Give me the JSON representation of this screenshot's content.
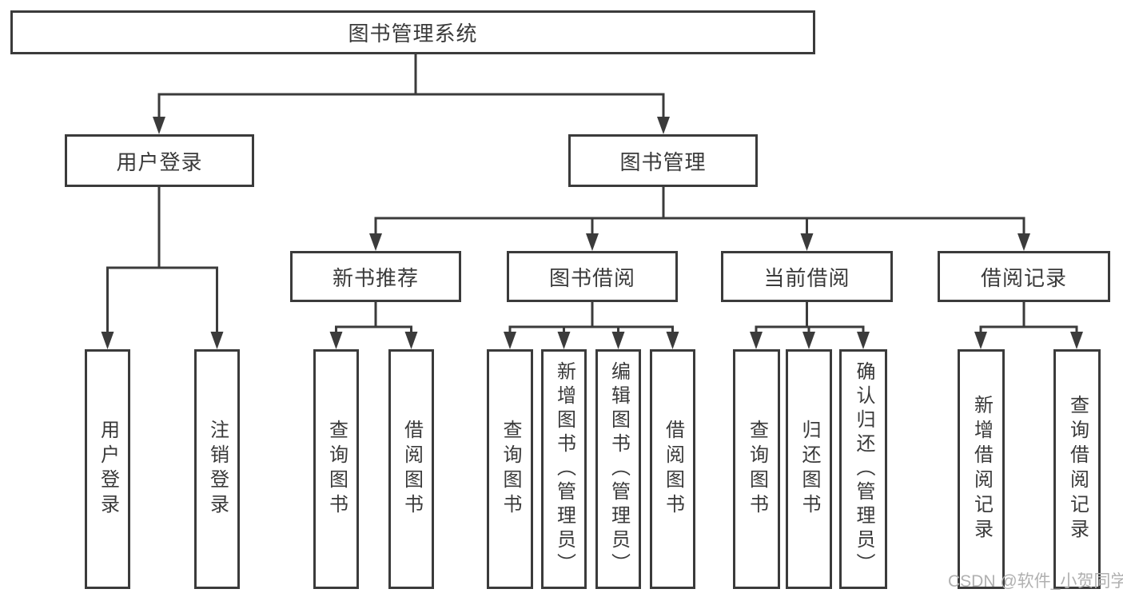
{
  "diagram_type": "hierarchy-tree",
  "colors": {
    "line": "#3b3b3b",
    "text": "#3a3a3a",
    "background": "#ffffff",
    "watermark": "#b0b0b0"
  },
  "watermark": "CSDN @软件_小贺同学",
  "tree": {
    "label": "图书管理系统",
    "children": [
      {
        "label": "用户登录",
        "children": [
          {
            "label": "用户登录"
          },
          {
            "label": "注销登录"
          }
        ]
      },
      {
        "label": "图书管理",
        "children": [
          {
            "label": "新书推荐",
            "children": [
              {
                "label": "查询图书"
              },
              {
                "label": "借阅图书"
              }
            ]
          },
          {
            "label": "图书借阅",
            "children": [
              {
                "label": "查询图书"
              },
              {
                "label": "新增图书（管理员）"
              },
              {
                "label": "编辑图书（管理员）"
              },
              {
                "label": "借阅图书"
              }
            ]
          },
          {
            "label": "当前借阅",
            "children": [
              {
                "label": "查询图书"
              },
              {
                "label": "归还图书"
              },
              {
                "label": "确认归还（管理员）"
              }
            ]
          },
          {
            "label": "借阅记录",
            "children": [
              {
                "label": "新增借阅记录"
              },
              {
                "label": "查询借阅记录"
              }
            ]
          }
        ]
      }
    ]
  }
}
